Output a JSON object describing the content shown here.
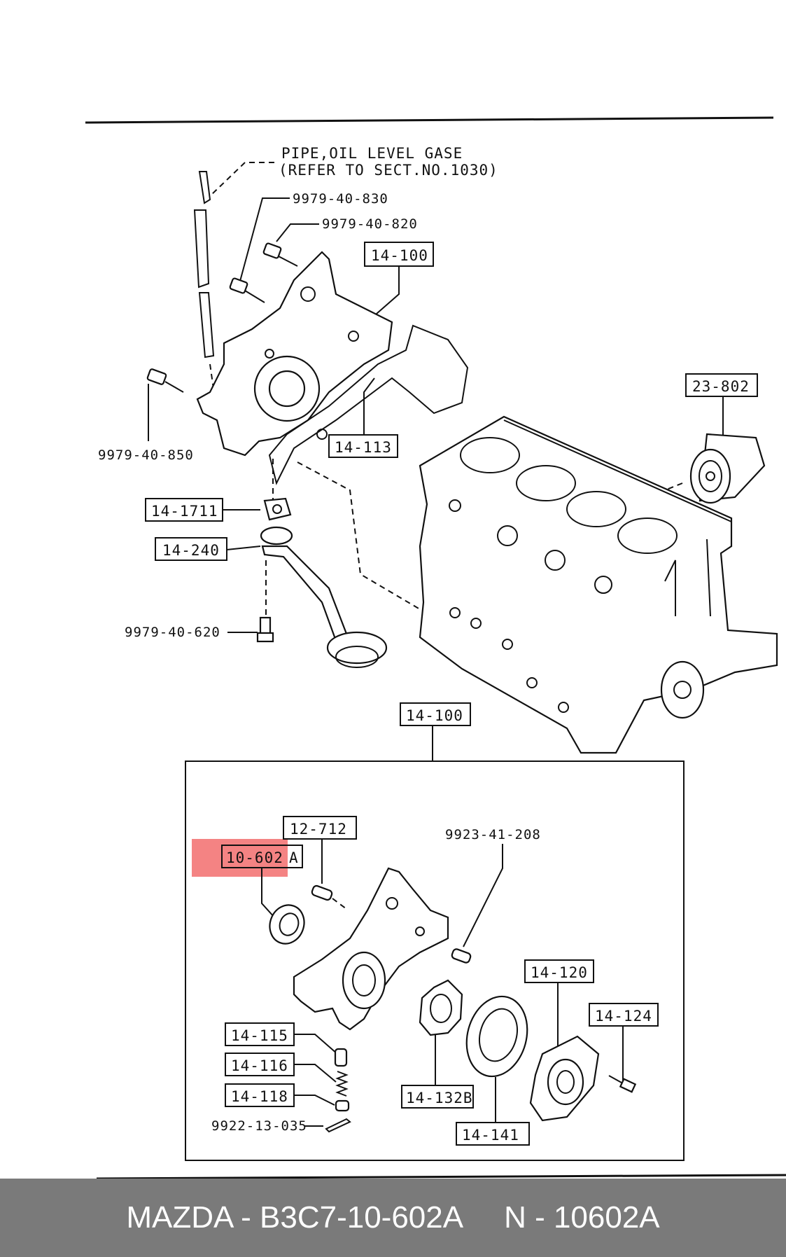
{
  "diagram": {
    "pipe_note_line1": "PIPE,OIL LEVEL GASE",
    "pipe_note_line2": "(REFER TO SECT.NO.1030)",
    "parts": {
      "p9979_40_830": "9979-40-830",
      "p9979_40_820": "9979-40-820",
      "p14_100_top": "14-100",
      "p9979_40_850": "9979-40-850",
      "p14_113": "14-113",
      "p23_802": "23-802",
      "p14_1711": "14-1711",
      "p14_240": "14-240",
      "p9979_40_620": "9979-40-620",
      "p14_100_detail": "14-100",
      "p12_712": "12-712",
      "p10_602": "10-602",
      "p10_602_suffix": "A",
      "p9923_41_208": "9923-41-208",
      "p14_120": "14-120",
      "p14_124": "14-124",
      "p14_115": "14-115",
      "p14_116": "14-116",
      "p14_118": "14-118",
      "p9922_13_035": "9922-13-035",
      "p14_132B": "14-132B",
      "p14_141": "14-141"
    },
    "highlight_color": "#f26d6d"
  },
  "footer": {
    "brand_part": "MAZDA - B3C7-10-602A",
    "ref_part": "N - 10602A"
  }
}
